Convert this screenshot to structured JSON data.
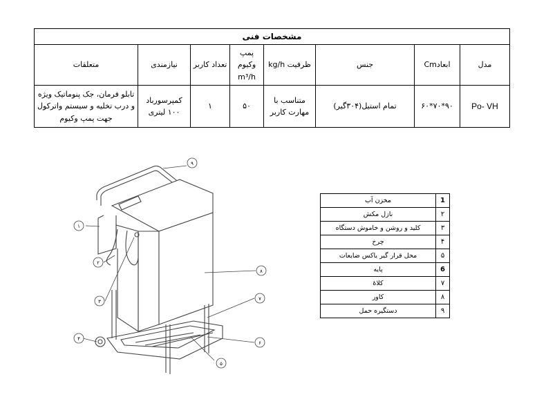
{
  "spec_table": {
    "title": "مشخصات فنی",
    "headers": {
      "model": "مدل",
      "dimensions": "ابعادCm",
      "material": "جنس",
      "capacity": "ظرفیت kg/h",
      "pump": "پمپ وکیوم m³/h",
      "operators": "تعداد کاربر",
      "requirements": "نیازمندی",
      "accessories": "متعلقات"
    },
    "row": {
      "model": "Po- VH",
      "dimensions": "۹۰*۷۰*۶۰",
      "material": "تمام استیل(۳۰۴گیر)",
      "capacity": "متناسب با مهارت کاربر",
      "pump": "۵۰",
      "operators": "۱",
      "requirements": "کمپرسورباد ۱۰۰ لیتری",
      "accessories": "تابلو فرمان، جک پنوماتیک ویژه و درب تخلیه و سیستم واترکول جهت پمپ وکیوم"
    }
  },
  "legend": [
    {
      "num": "1",
      "label": "مخزن آب"
    },
    {
      "num": "۲",
      "label": "نازل مکش"
    },
    {
      "num": "۳",
      "label": "کلید و روشن و خاموش دستگاه"
    },
    {
      "num": "۴",
      "label": "چرخ"
    },
    {
      "num": "۵",
      "label": "محل قرار گیر یاکس ضایعات"
    },
    {
      "num": "6",
      "label": "پایه"
    },
    {
      "num": "۷",
      "label": "کلاهٔ"
    },
    {
      "num": "۸",
      "label": "کاور"
    },
    {
      "num": "۹",
      "label": "دستگیره حمل"
    }
  ],
  "callouts": [
    "۱",
    "۲",
    "۳",
    "۴",
    "۵",
    "۶",
    "۷",
    "۸",
    "۹"
  ]
}
